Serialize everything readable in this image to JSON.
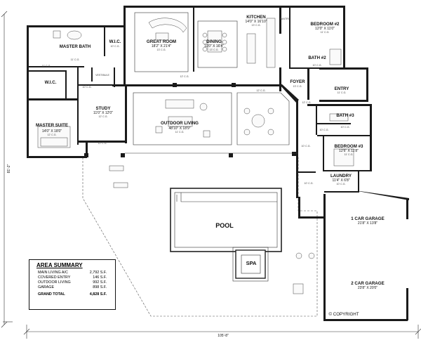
{
  "overall": {
    "width": "105'-8\"",
    "depth": "81'-2\""
  },
  "rooms": {
    "great_room": {
      "name": "GREAT ROOM",
      "size": "18'2\" X 21'4\"",
      "ceiling": "13' C.G."
    },
    "dining": {
      "name": "DINING",
      "size": "11'0\" X 16'4\"",
      "ceiling": "13' C.G."
    },
    "kitchen": {
      "name": "KITCHEN",
      "size": "14'0\" X 16'10\"",
      "ceiling": "13' C.G."
    },
    "pantry": {
      "name": "PANTRY"
    },
    "bedroom2": {
      "name": "BEDROOM #2",
      "size": "12'0\" X 11'0\"",
      "ceiling": "11' C.G."
    },
    "bath2": {
      "name": "BATH #2",
      "ceiling": "10' C.G."
    },
    "master_bath": {
      "name": "MASTER BATH",
      "ceiling": "11' C.G."
    },
    "wic_top": {
      "name": "W.I.C.",
      "ceiling": "10' C.G."
    },
    "wic_left": {
      "name": "W.I.C."
    },
    "master_suite": {
      "name": "MASTER SUITE",
      "size": "14'0\" X 18'0\"",
      "ceiling": "12' C.G."
    },
    "study": {
      "name": "STUDY",
      "size": "11'0\" X 12'0\"",
      "ceiling": "12' C.G."
    },
    "vestibule": {
      "name": "VESTIBULE"
    },
    "foyer": {
      "name": "FOYER",
      "ceiling": "13' C.G."
    },
    "entry": {
      "name": "ENTRY",
      "ceiling": "11' C.G."
    },
    "outdoor_living": {
      "name": "OUTDOOR LIVING",
      "size": "48'10\" X 18'9\"",
      "ceiling": "11' C.G."
    },
    "bath3": {
      "name": "BATH #3",
      "ceiling": "10' C.G."
    },
    "bedroom3": {
      "name": "BEDROOM #3",
      "size": "12'6\" X 11'8\"",
      "ceiling": "11' C.G."
    },
    "laundry": {
      "name": "LAUNDRY",
      "size": "11'4\" X 6'8\"",
      "ceiling": "10' C.G."
    },
    "garage1": {
      "name": "1 CAR GARAGE",
      "size": "21'8\" X 13'8\""
    },
    "garage2": {
      "name": "2 CAR GARAGE",
      "size": "23'8\" X 20'0\""
    },
    "pool": {
      "name": "POOL"
    },
    "spa": {
      "name": "SPA"
    }
  },
  "misc_ceilings": {
    "hall_left": "11' C.G.",
    "master_hall": "10' C.G.",
    "great_below": "12' C.G.",
    "outdoor_left": "12' C.G.",
    "outdoor_right": "12' C.G.",
    "right_hall": "10' C.G.",
    "foyer_right": "12' C.G.",
    "bath3_left": "10' C.G.",
    "laundry_side": "10' C.G."
  },
  "area_summary": {
    "title": "AREA SUMMARY",
    "rows": [
      {
        "label": "MAIN LIVING A/C",
        "value": "2,792 S.F."
      },
      {
        "label": "COVERED ENTRY",
        "value": "146 S.F."
      },
      {
        "label": "OUTDOOR LIVING",
        "value": "992 S.F."
      },
      {
        "label": "GARAGE",
        "value": "898 S.F."
      }
    ],
    "total": {
      "label": "GRAND TOTAL",
      "value": "4,828 S.F."
    }
  },
  "copyright": "© COPYRIGHT"
}
